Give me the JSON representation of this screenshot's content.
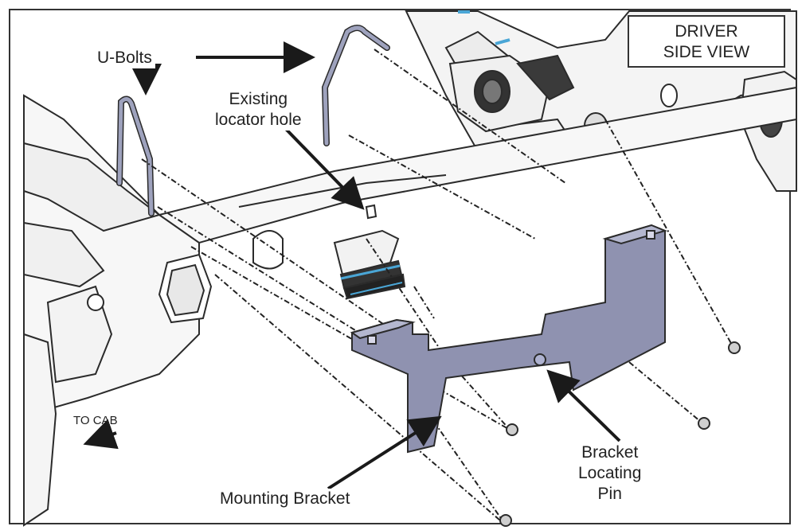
{
  "labels": {
    "view_line1": "DRIVER",
    "view_line2": "SIDE VIEW",
    "u_bolts": "U-Bolts",
    "locator_line1": "Existing",
    "locator_line2": "locator hole",
    "to_cab": "TO CAB",
    "mounting_bracket": "Mounting Bracket",
    "pin_line1": "Bracket",
    "pin_line2": "Locating",
    "pin_line3": "Pin"
  },
  "colors": {
    "frame_outline": "#2b2b2b",
    "frame_fill": "#f4f4f4",
    "bracket_fill": "#8f92b0",
    "bracket_shade": "#b4b7cf",
    "ubolt_fill": "#9ea2bd",
    "accent_blue": "#4aa6d6",
    "arrow": "#1a1a1a"
  }
}
